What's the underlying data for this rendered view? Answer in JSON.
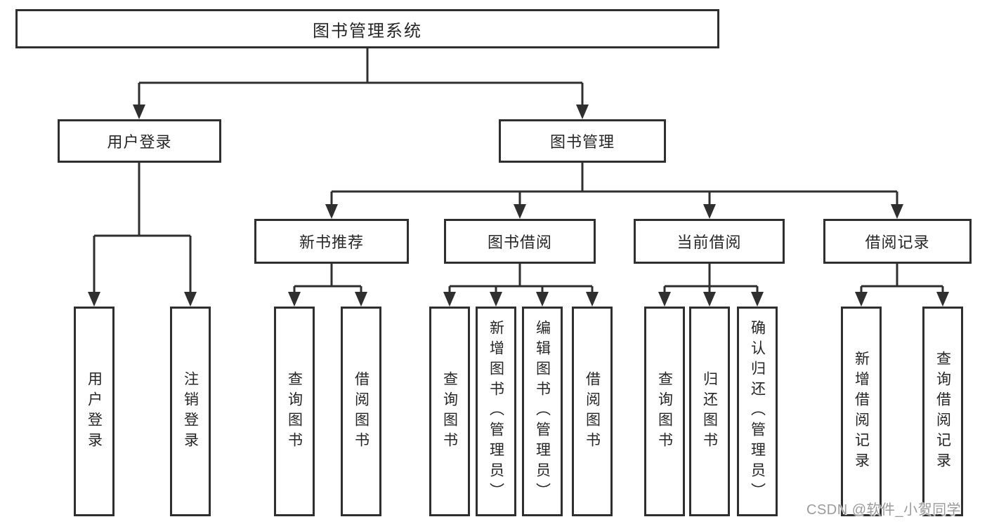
{
  "colors": {
    "background": "#ffffff",
    "line": "#2f2f2f",
    "box_border": "#2f2f2f",
    "text": "#262626",
    "watermark_text": "#9b9b9b"
  },
  "watermark": "CSDN @软件_小贺同学",
  "tree": {
    "label": "图书管理系统",
    "children": [
      {
        "label": "用户登录",
        "children": [
          {
            "label": "用户登录"
          },
          {
            "label": "注销登录"
          }
        ]
      },
      {
        "label": "图书管理",
        "children": [
          {
            "label": "新书推荐",
            "children": [
              {
                "label": "查询图书"
              },
              {
                "label": "借阅图书"
              }
            ]
          },
          {
            "label": "图书借阅",
            "children": [
              {
                "label": "查询图书"
              },
              {
                "label": "新增图书（管理员）"
              },
              {
                "label": "编辑图书（管理员）"
              },
              {
                "label": "借阅图书"
              }
            ]
          },
          {
            "label": "当前借阅",
            "children": [
              {
                "label": "查询图书"
              },
              {
                "label": "归还图书"
              },
              {
                "label": "确认归还（管理员）"
              }
            ]
          },
          {
            "label": "借阅记录",
            "children": [
              {
                "label": "新增借阅记录"
              },
              {
                "label": "查询借阅记录"
              }
            ]
          }
        ]
      }
    ]
  }
}
